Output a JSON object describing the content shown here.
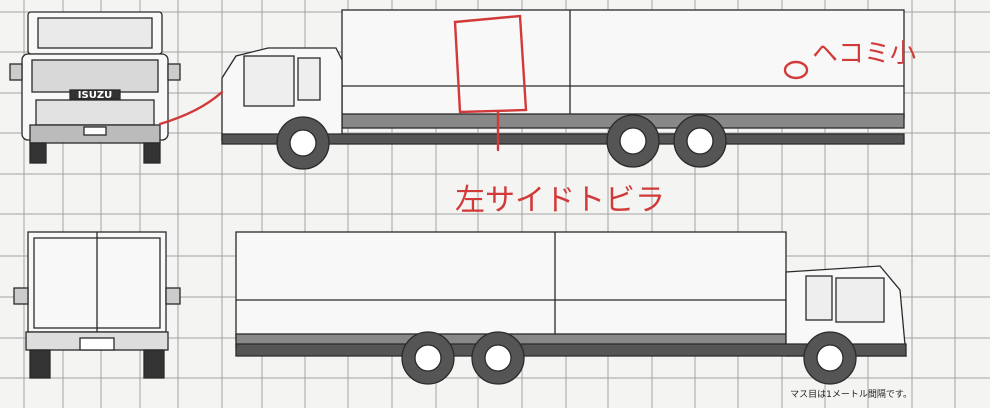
{
  "diagram": {
    "brand": "ISUZU",
    "scale_note": "マス目は1メートル間隔です。",
    "annotation_left_side": "左サイドトビラ",
    "annotation_dent": "ヘコミ小"
  },
  "colors": {
    "paper": "#f4f4f2",
    "grid": "#9a9a9a",
    "line": "#2a2a2a",
    "chassis": "#555555",
    "annotation_red": "#d23a3a"
  }
}
